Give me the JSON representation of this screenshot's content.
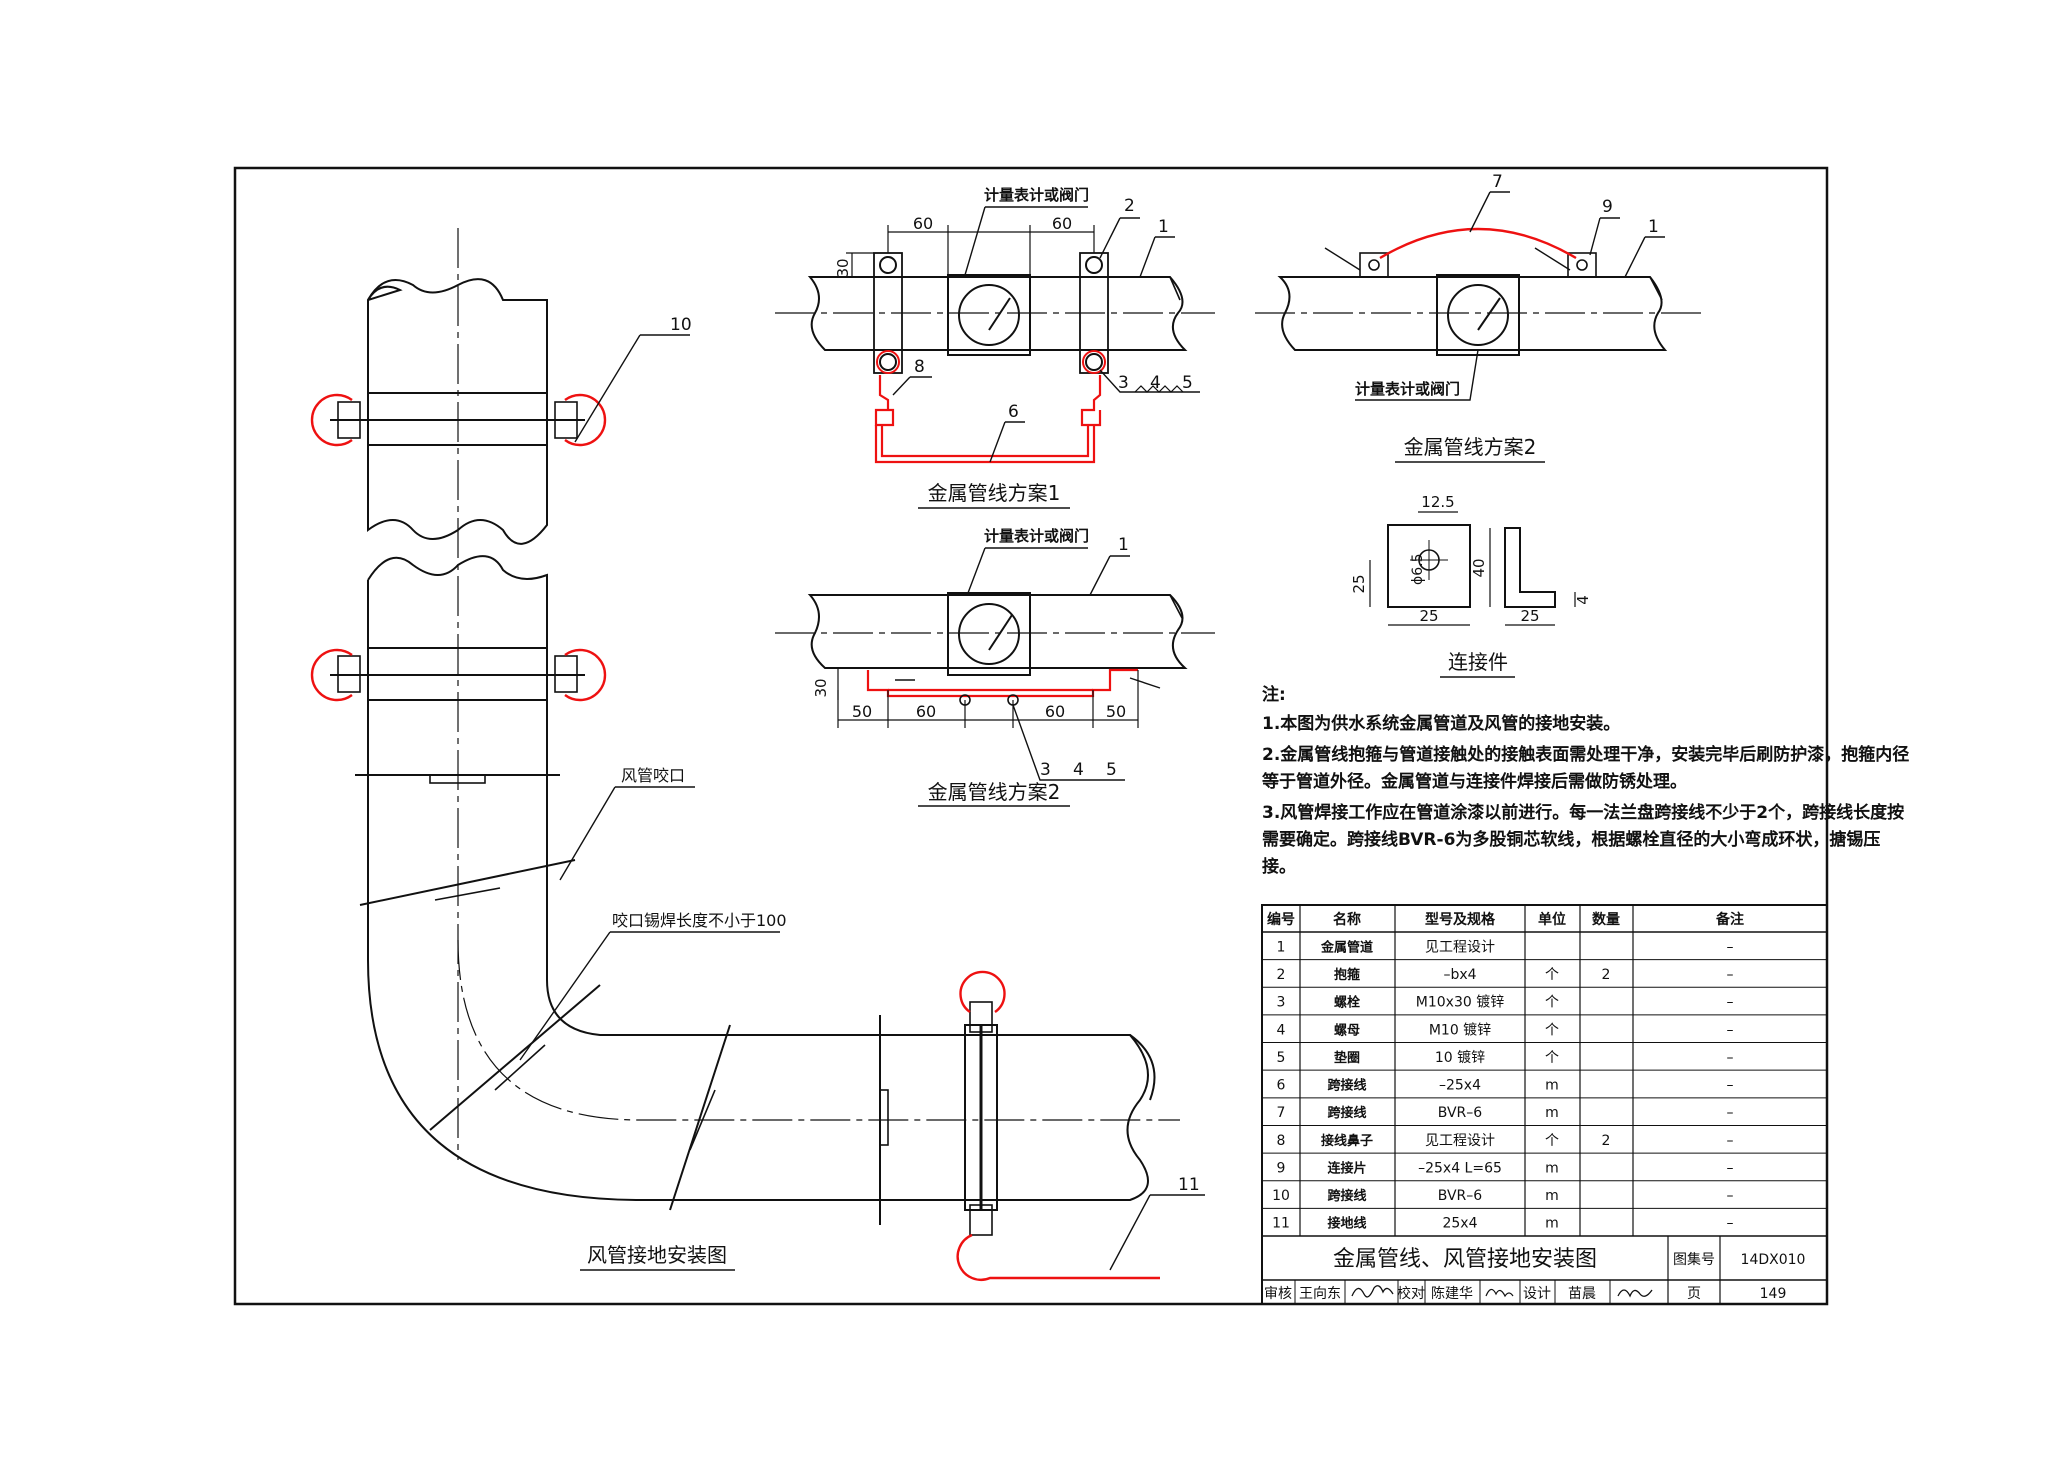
{
  "sheet": {
    "scheme1_title": "金属管线方案1",
    "scheme1b_title": "金属管线方案2",
    "scheme2_title": "金属管线方案2",
    "connector_title": "连接件",
    "duct_title": "风管接地安装图"
  },
  "labels": {
    "meter": "计量表计或阀门",
    "duct_seam": "风管咬口",
    "seam_weld": "咬口锡焊长度不小于100",
    "n1": "1",
    "n2": "2",
    "n3": "3",
    "n4": "4",
    "n5": "5",
    "n6": "6",
    "n7": "7",
    "n8": "8",
    "n9": "9",
    "n10": "10",
    "n11": "11"
  },
  "dims": {
    "d60": "60",
    "d30": "30",
    "d50": "50",
    "d12_5": "12.5",
    "d25": "25",
    "d40": "40",
    "d4": "4",
    "d6_5": "ϕ6.5"
  },
  "notes": {
    "heading": "注:",
    "lines": [
      "1.本图为供水系统金属管道及风管的接地安装。",
      "2.金属管线抱箍与管道接触处的接触表面需处理干净，安装完毕后刷防护漆，抱箍内径",
      "   等于管道外径。金属管道与连接件焊接后需做防锈处理。",
      "3.风管焊接工作应在管道涂漆以前进行。每一法兰盘跨接线不少于2个，跨接线长度按",
      "   需要确定。跨接线BVR-6为多股铜芯软线，根据螺栓直径的大小弯成环状，搪锡压",
      "   接。"
    ]
  },
  "table": {
    "headers": [
      "编号",
      "名称",
      "型号及规格",
      "单位",
      "数量",
      "备注"
    ],
    "rows": [
      [
        "1",
        "金属管道",
        "见工程设计",
        "",
        "",
        "–"
      ],
      [
        "2",
        "抱箍",
        "–bx4",
        "个",
        "2",
        "–"
      ],
      [
        "3",
        "螺栓",
        "M10x30 镀锌",
        "个",
        "",
        "–"
      ],
      [
        "4",
        "螺母",
        "M10 镀锌",
        "个",
        "",
        "–"
      ],
      [
        "5",
        "垫圈",
        "10 镀锌",
        "个",
        "",
        "–"
      ],
      [
        "6",
        "跨接线",
        "–25x4",
        "m",
        "",
        "–"
      ],
      [
        "7",
        "跨接线",
        "BVR–6",
        "m",
        "",
        "–"
      ],
      [
        "8",
        "接线鼻子",
        "见工程设计",
        "个",
        "2",
        "–"
      ],
      [
        "9",
        "连接片",
        "–25x4 L=65",
        "m",
        "",
        "–"
      ],
      [
        "10",
        "跨接线",
        "BVR–6",
        "m",
        "",
        "–"
      ],
      [
        "11",
        "接地线",
        "25x4",
        "m",
        "",
        "–"
      ]
    ]
  },
  "titleblock": {
    "title": "金属管线、风管接地安装图",
    "atlas_label": "图集号",
    "atlas_no": "14DX010",
    "review_label": "审核",
    "reviewer": "王向东",
    "check_label": "校对",
    "checker": "陈建华",
    "design_label": "设计",
    "designer": "苗晨",
    "page_label": "页",
    "page_no": "149"
  },
  "colors": {
    "bond_line": "#e11111",
    "ink": "#111111"
  }
}
